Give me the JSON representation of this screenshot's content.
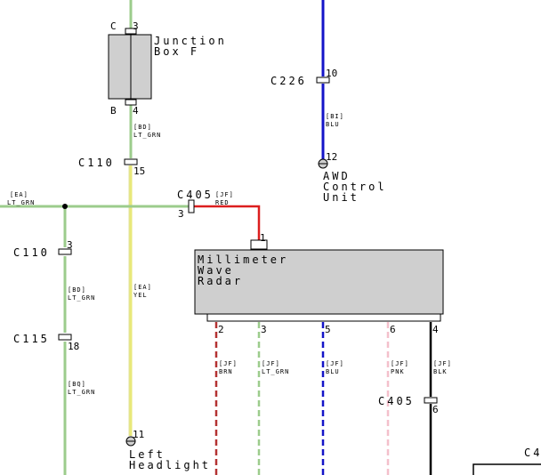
{
  "colors": {
    "lt_grn": "#9ccc8c",
    "lt_grn_dark": "#5aa05a",
    "yel": "#e8e87a",
    "blu": "#1414c8",
    "red": "#dc1e1e",
    "brn": "#b43232",
    "pnk": "#f4c0cc",
    "blk": "#000000",
    "box_fill": "#cfcfcf"
  },
  "components": {
    "junction_box": {
      "line1": "Junction",
      "line2": "Box F",
      "pin_top_label": "C",
      "pin_top_num": "3",
      "pin_bot_label": "B",
      "pin_bot_num": "4"
    },
    "awd": {
      "line1": "AWD",
      "line2": "Control",
      "line3": "Unit"
    },
    "radar": {
      "line1": "Millimeter",
      "line2": "Wave",
      "line3": "Radar",
      "pin_top": "1"
    },
    "left_headlight": {
      "line1": "Left",
      "line2": "Headlight",
      "pin": "11"
    }
  },
  "connectors": {
    "c226": {
      "name": "C226",
      "pin_top": "10",
      "pin_bot": "12"
    },
    "c110_top": {
      "name": "C110",
      "pin": "15"
    },
    "c405_top": {
      "name": "C405",
      "pin": "3"
    },
    "c110_left": {
      "name": "C110",
      "pin": "3"
    },
    "c115": {
      "name": "C115",
      "pin": "18"
    },
    "c405_bot": {
      "name": "C405",
      "pin": "6"
    },
    "c4_cut": {
      "name": "C4"
    }
  },
  "wires": {
    "jb_bd": {
      "code": "[BD]",
      "color": "LT_GRN"
    },
    "awd_bi": {
      "code": "[BI]",
      "color": "BLU"
    },
    "ea_left": {
      "code": "[EA]",
      "color": "LT_GRN"
    },
    "ea_yel": {
      "code": "[EA]",
      "color": "YEL"
    },
    "c405_jf": {
      "code": "[JF]",
      "color": "RED"
    },
    "left_bd": {
      "code": "[BD]",
      "color": "LT_GRN"
    },
    "left_bq": {
      "code": "[BQ]",
      "color": "LT_GRN"
    },
    "p2": {
      "pin": "2",
      "code": "[JF]",
      "color": "BRN"
    },
    "p3": {
      "pin": "3",
      "code": "[JF]",
      "color": "LT_GRN"
    },
    "p5": {
      "pin": "5",
      "code": "[JF]",
      "color": "BLU"
    },
    "p6": {
      "pin": "6",
      "code": "[JF]",
      "color": "PNK"
    },
    "p4": {
      "pin": "4",
      "code": "[JF]",
      "color": "BLK"
    }
  }
}
